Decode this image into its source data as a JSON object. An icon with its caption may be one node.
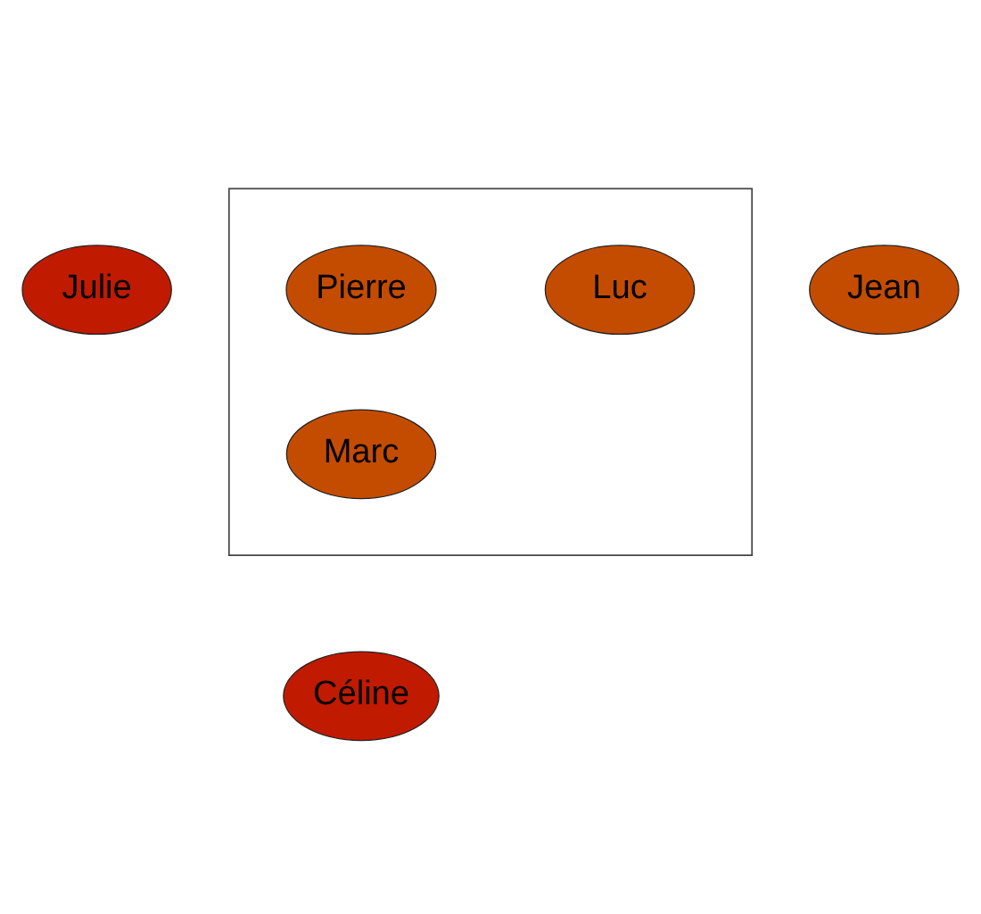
{
  "diagram": {
    "nodes": [
      {
        "text": [],
        "shape": "box"
      },
      {
        "text": [
          "Pierre"
        ],
        "in": 0
      },
      {
        "text": [
          "Julie"
        ]
      },
      {
        "text": [
          "Luc"
        ],
        "in": 0
      },
      {
        "text": [
          "Jean"
        ]
      },
      {
        "text": [
          "Marc"
        ],
        "in": 0
      },
      {
        "text": [
          "Céline"
        ]
      }
    ],
    "edges": []
  }
}
